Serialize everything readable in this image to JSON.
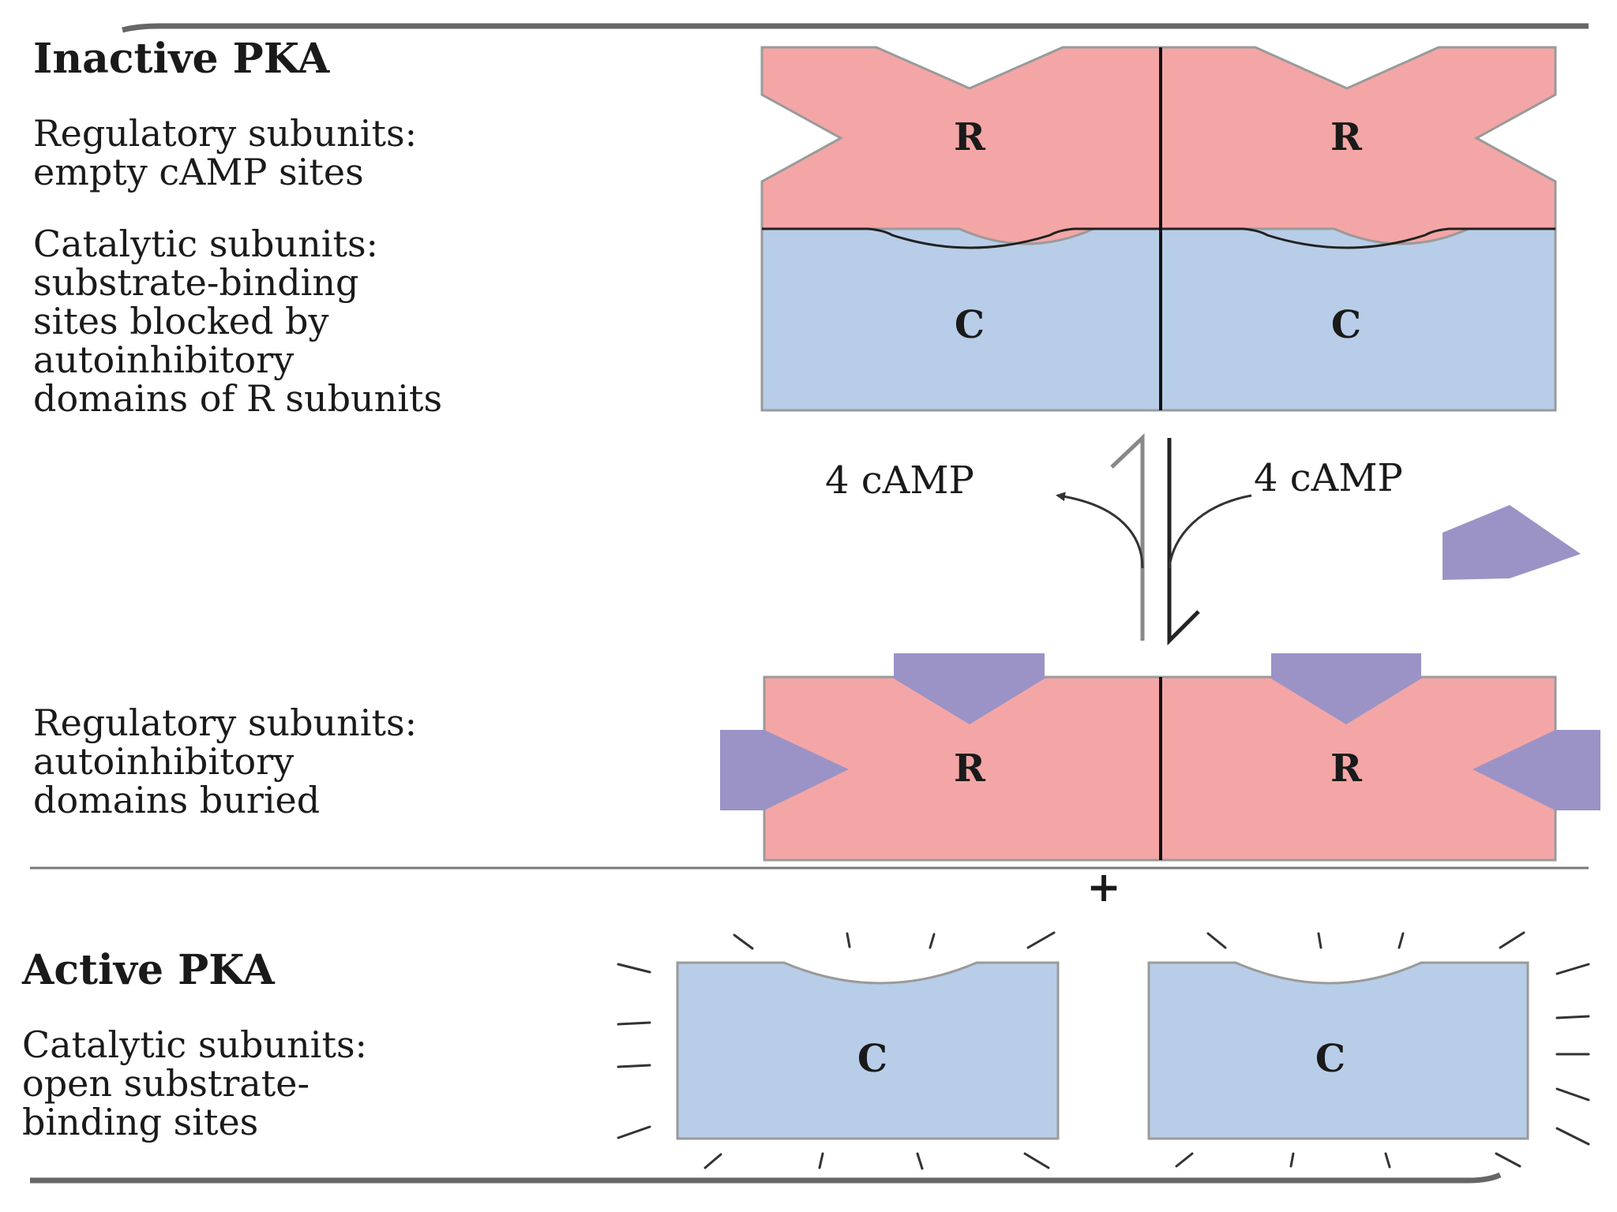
{
  "inactive": {
    "title": "Inactive PKA",
    "regulatory_caption": [
      "Regulatory subunits:",
      "empty cAMP sites"
    ],
    "catalytic_caption": [
      "Catalytic subunits:",
      "substrate-binding",
      "sites blocked by",
      "autoinhibitory",
      "domains of R subunits"
    ]
  },
  "middle": {
    "regulatory_caption": [
      "Regulatory subunits:",
      "autoinhibitory",
      "domains buried"
    ]
  },
  "active": {
    "title": "Active PKA",
    "catalytic_caption": [
      "Catalytic subunits:",
      "open substrate-",
      "binding sites"
    ]
  },
  "labels": {
    "regulatory": "R",
    "catalytic": "C",
    "camp_released": "4 cAMP",
    "camp_bound": "4 cAMP",
    "plus": "+"
  },
  "colors": {
    "regulatory_fill": "#f4a6a6",
    "catalytic_fill": "#b8cde8",
    "camp_fill": "#9b93c6",
    "outline": "#9a9a9a",
    "divider": "#555555"
  }
}
